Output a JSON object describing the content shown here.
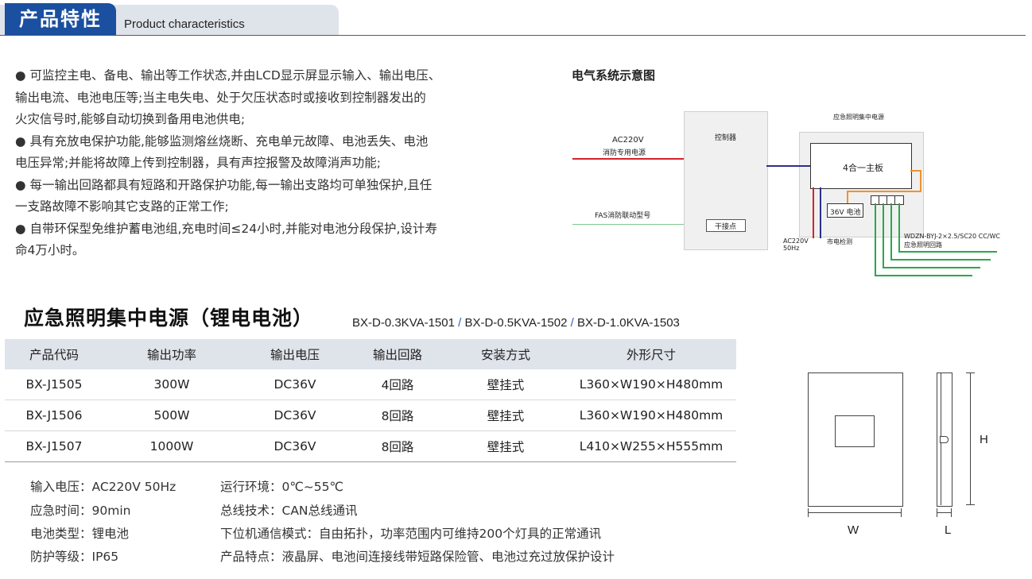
{
  "header": {
    "title": "产品特性",
    "subtitle": "Product characteristics"
  },
  "features": [
    "● 可监控主电、备电、输出等工作状态,并由LCD显示屏显示输入、输出电压、",
    "输出电流、电池电压等;当主电失电、处于欠压状态时或接收到控制器发出的",
    "火灾信号时,能够自动切换到备用电池供电;",
    "● 具有充放电保护功能,能够监测熔丝烧断、充电单元故障、电池丢失、电池",
    "电压异常;并能将故障上传到控制器，具有声控报警及故障消声功能;",
    "● 每一输出回路都具有短路和开路保护功能,每一输出支路均可单独保护,且任",
    "一支路故障不影响其它支路的正常工作;",
    "● 自带环保型免维护蓄电池组,充电时间≤24小时,并能对电池分段保护,设计寿",
    "命4万小时。"
  ],
  "diagram": {
    "title": "电气系统示意图",
    "ac_in_label_1": "AC220V",
    "ac_in_label_2": "消防专用电源",
    "fas_label": "FAS消防联动型号",
    "controller_label": "控制器",
    "dry_contact_label": "干接点",
    "power_unit_label": "应急照明集中电源",
    "board_label": "4合一主板",
    "battery_label": "36V 电池",
    "ac_bottom_1": "AC220V",
    "ac_bottom_2": "50Hz",
    "mains_detect": "市电检测",
    "cable_spec": "WDZN-BYJ-2×2.5/SC20 CC/WC",
    "circuit_label": "应急照明回路",
    "colors": {
      "red": "#d3232a",
      "blue": "#2b2f8c",
      "green": "#2aa84a",
      "orange": "#f0922b"
    }
  },
  "product": {
    "title": "应急照明集中电源（锂电电池）",
    "model_1": "BX-D-0.3KVA-1501",
    "sep_1": " / ",
    "model_2": "BX-D-0.5KVA-1502",
    "sep_2": " / ",
    "model_3": " BX-D-1.0KVA-1503"
  },
  "table": {
    "headers": [
      "产品代码",
      "输出功率",
      "输出电压",
      "输出回路",
      "安装方式",
      "外形尺寸"
    ],
    "rows": [
      [
        "BX-J1505",
        "300W",
        "DC36V",
        "4回路",
        "壁挂式",
        "L360×W190×H480mm"
      ],
      [
        "BX-J1506",
        "500W",
        "DC36V",
        "8回路",
        "壁挂式",
        "L360×W190×H480mm"
      ],
      [
        "BX-J1507",
        "1000W",
        "DC36V",
        "8回路",
        "壁挂式",
        "L410×W255×H555mm"
      ]
    ]
  },
  "specs": {
    "left": [
      "输入电压：AC220V 50Hz",
      "应急时间：90min",
      "电池类型：锂电池",
      "防护等级：IP65"
    ],
    "right": [
      "运行环境：0℃~55℃",
      "总线技术：CAN总线通讯",
      "下位机通信模式：自由拓扑，功率范围内可维持200个灯具的正常通讯",
      "产品特点：液晶屏、电池间连接线带短路保险管、电池过充过放保护设计"
    ]
  },
  "dimensions": {
    "h": "H",
    "w": "W",
    "l": "L"
  }
}
